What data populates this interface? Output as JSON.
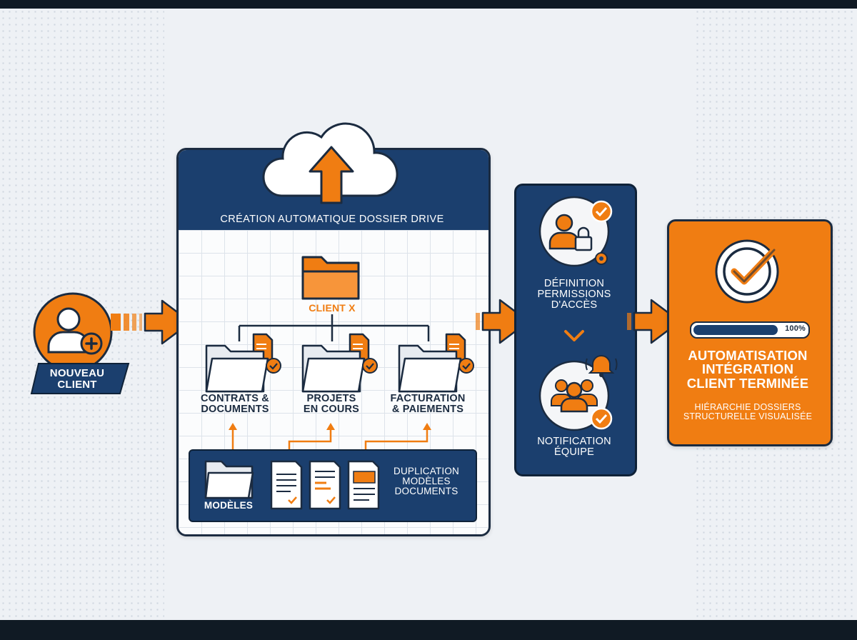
{
  "new_client": {
    "label_line1": "NOUVEAU",
    "label_line2": "CLIENT",
    "icon": "user-plus-icon"
  },
  "drive": {
    "title": "CRÉATION AUTOMATIQUE DOSSIER DRIVE",
    "cloud_icon": "cloud-upload-icon",
    "root_folder": "CLIENT X",
    "subfolders": [
      {
        "line1": "CONTRATS &",
        "line2": "DOCUMENTS"
      },
      {
        "line1": "PROJETS",
        "line2": "EN COURS"
      },
      {
        "line1": "FACTURATION",
        "line2": "& PAIEMENTS"
      }
    ],
    "templates": {
      "folder_label": "MODÈLES",
      "line1": "DUPLICATION",
      "line2": "MODÈLES",
      "line3": "DOCUMENTS"
    }
  },
  "permissions": {
    "line1": "DÉFINITION",
    "line2": "PERMISSIONS",
    "line3": "D'ACCÈS",
    "notify_line1": "NOTIFICATION",
    "notify_line2": "ÉQUIPE"
  },
  "result": {
    "progress": 100,
    "progress_label": "100%",
    "title_line1": "AUTOMATISATION",
    "title_line2": "INTÉGRATION",
    "title_line3": "CLIENT TERMINÉE",
    "sub_line1": "HIÉRARCHIE DOSSIERS",
    "sub_line2": "STRUCTURELLE VISUALISÉE"
  },
  "colors": {
    "navy": "#1b3f6e",
    "orange": "#f07d12",
    "background": "#eef1f5"
  }
}
